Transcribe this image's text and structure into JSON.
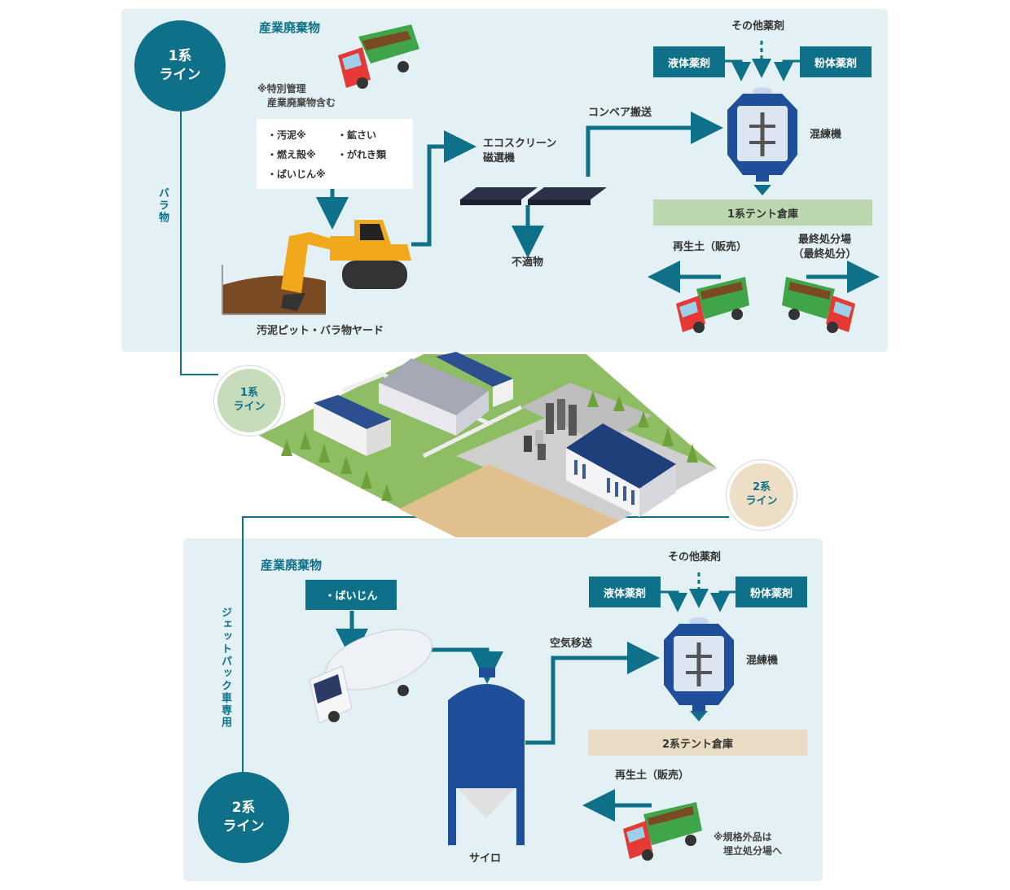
{
  "line1": {
    "circle_label": "1系\nライン",
    "waste_title": "産業廃棄物",
    "waste_note": "※特別管理\n　産業廃棄物含む",
    "waste_items": [
      "・汚泥※",
      "・鉱さい",
      "・燃え殻※",
      "・がれき類",
      "・ばいじん※"
    ],
    "vertical_label": "バラ物",
    "yard_label": "汚泥ピット・バラ物ヤード",
    "eco_label": "エコスクリーン\n磁選機",
    "reject_label": "不適物",
    "conveyor_label": "コンベア搬送",
    "other_chem": "その他薬剤",
    "liquid_chem": "液体薬剤",
    "powder_chem": "粉体薬剤",
    "mixer_label": "混練機",
    "warehouse": "1系テント倉庫",
    "recycled": "再生土（販売）",
    "final_disposal": "最終処分場\n（最終処分）"
  },
  "middle": {
    "line1_badge": "1系\nライン",
    "line2_badge": "2系\nライン"
  },
  "line2": {
    "circle_label": "2系\nライン",
    "waste_title": "産業廃棄物",
    "waste_item": "・ばいじん",
    "vertical_label": "ジェットパック車専用",
    "silo_label": "サイロ",
    "air_label": "空気移送",
    "other_chem": "その他薬剤",
    "liquid_chem": "液体薬剤",
    "powder_chem": "粉体薬剤",
    "mixer_label": "混練機",
    "warehouse": "2系テント倉庫",
    "recycled": "再生土（販売）",
    "note": "※規格外品は\n　埋立処分場へ"
  },
  "colors": {
    "teal": "#0f7089",
    "panel": "#e3f0f4",
    "green_box": "#bcd7b0",
    "beige_box": "#e8dcc4"
  }
}
